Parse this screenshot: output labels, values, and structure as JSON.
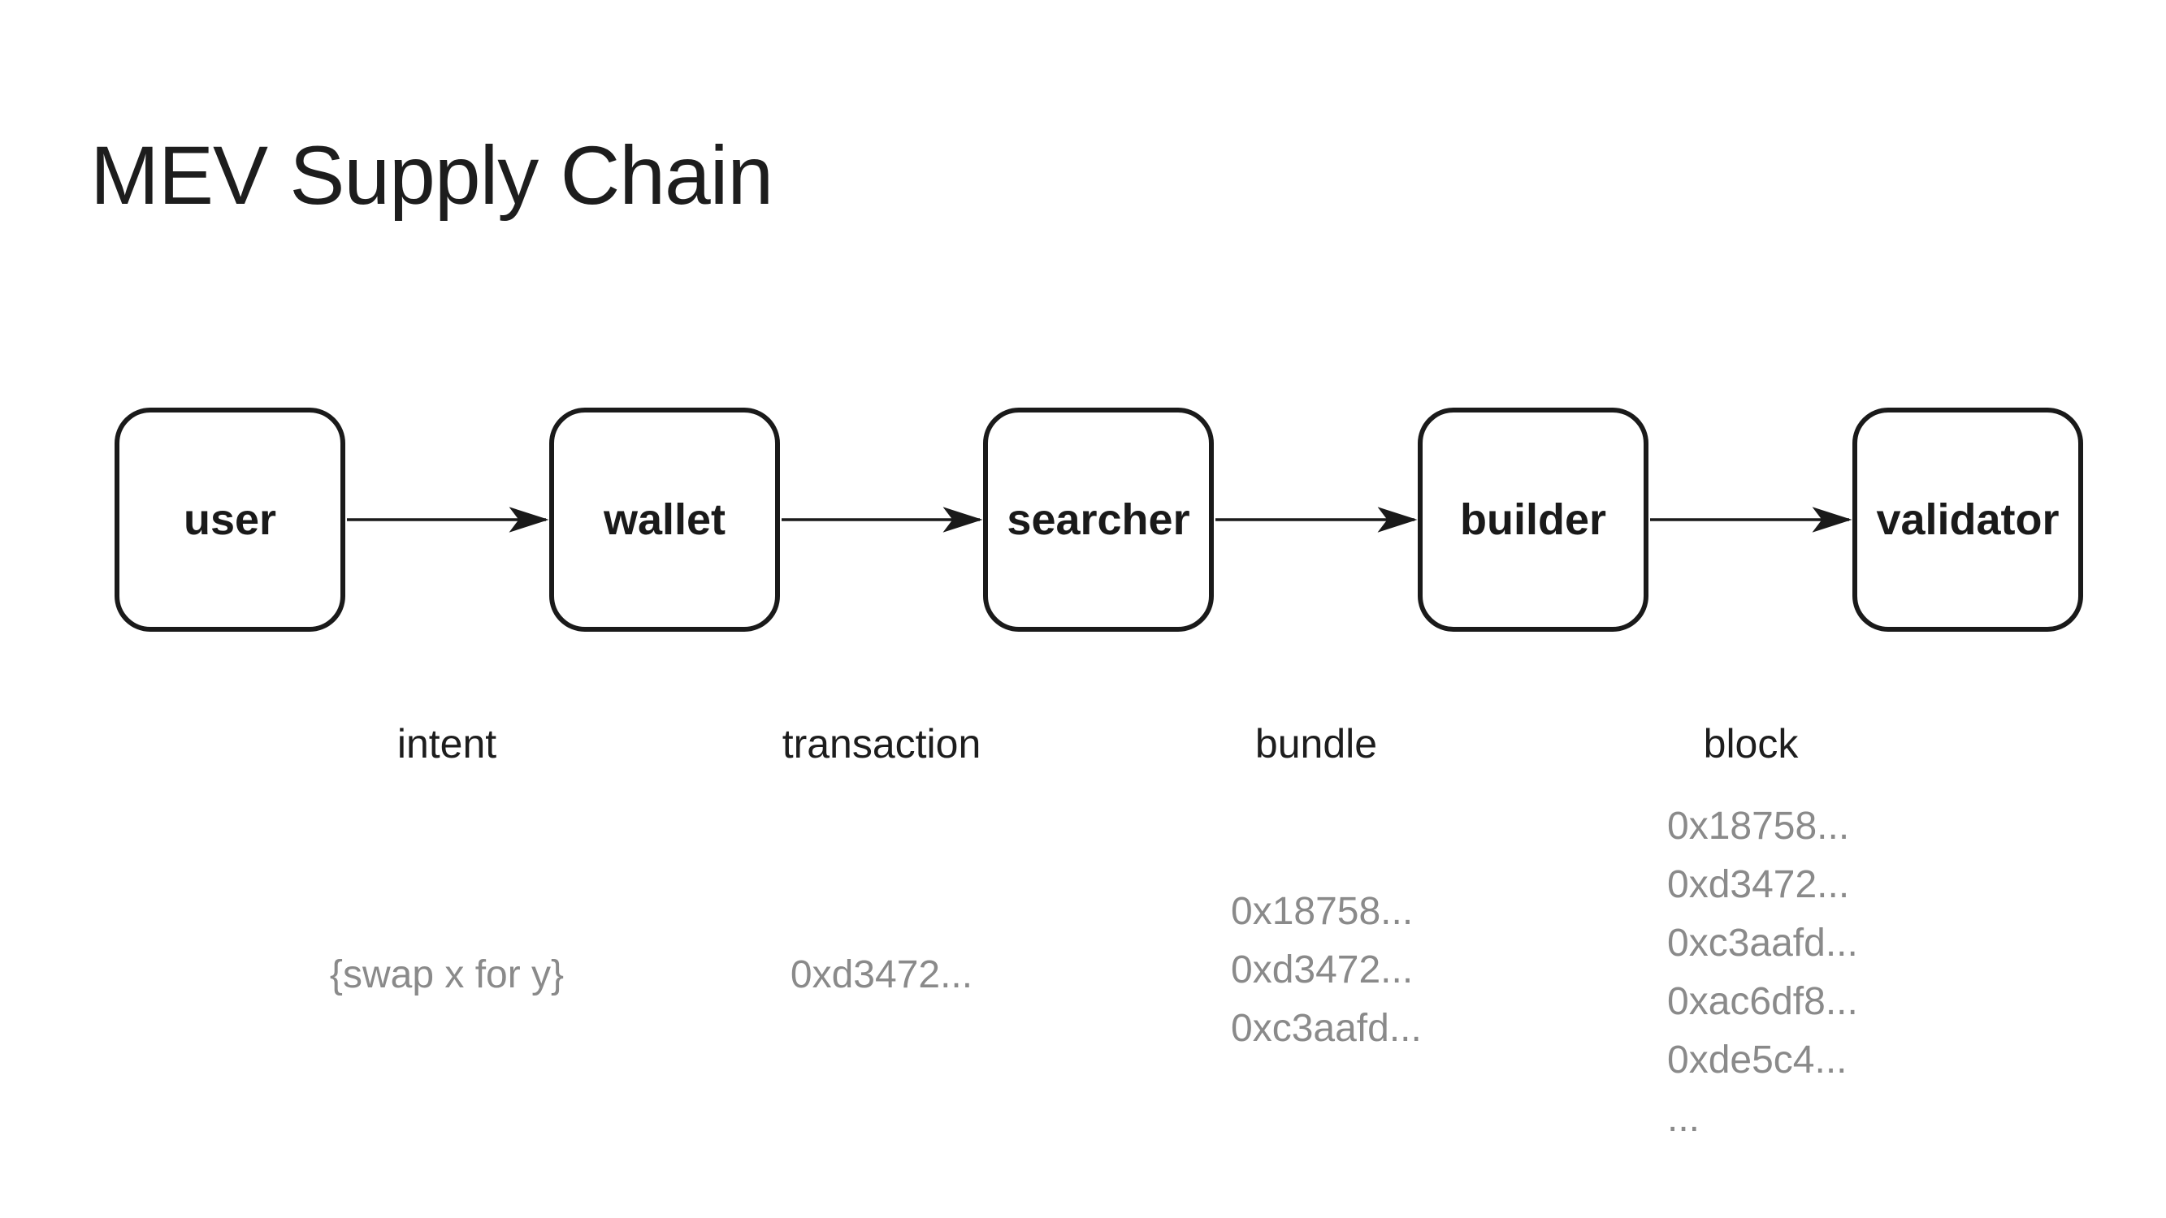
{
  "title": "MEV Supply Chain",
  "colors": {
    "ink": "#1d1d1d",
    "box_border": "#1a1a1a",
    "muted_text": "#8a8a8a",
    "background": "#ffffff"
  },
  "chain": {
    "stages": [
      {
        "label": "user"
      },
      {
        "label": "wallet"
      },
      {
        "label": "searcher"
      },
      {
        "label": "builder"
      },
      {
        "label": "validator"
      }
    ],
    "artifacts": [
      {
        "label": "intent",
        "payload": "{swap x for y}"
      },
      {
        "label": "transaction",
        "payload": "0xd3472..."
      },
      {
        "label": "bundle",
        "payload_lines": [
          "0x18758...",
          "0xd3472...",
          "0xc3aafd..."
        ]
      },
      {
        "label": "block",
        "payload_lines": [
          "0x18758...",
          "0xd3472...",
          "0xc3aafd...",
          "0xac6df8...",
          "0xde5c4...",
          "..."
        ]
      }
    ]
  }
}
